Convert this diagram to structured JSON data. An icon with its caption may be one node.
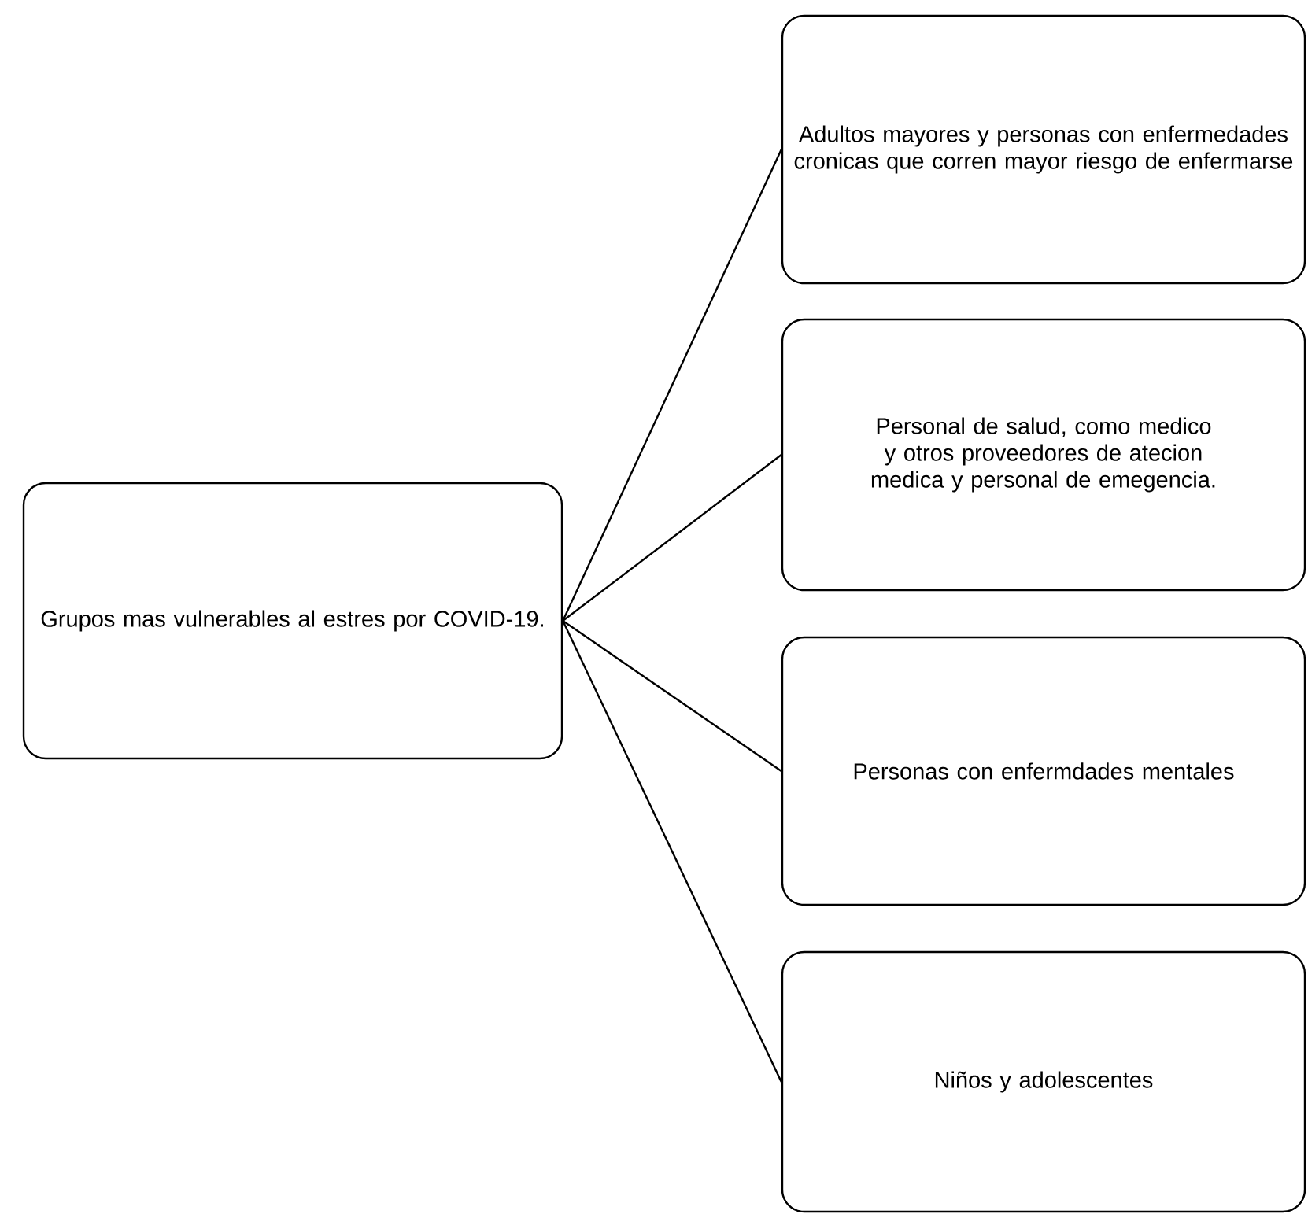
{
  "diagram": {
    "nodes": [
      {
        "text": [
          "Grupos mas vulnerables al estres por COVID-19."
        ]
      },
      {
        "text": [
          "Adultos mayores y personas con enfermedades cronicas que corren mayor riesgo de enfermarse"
        ]
      },
      {
        "text": [
          "Personal de salud, como medico y otros proveedores de atecion medica y personal de emegencia."
        ]
      },
      {
        "text": [
          "Personas con enfermdades mentales"
        ]
      },
      {
        "text": [
          "Niños y adolescentes"
        ]
      }
    ],
    "edges": [
      {
        "from": 0,
        "to": 1,
        "arrow": "none"
      },
      {
        "from": 0,
        "to": 2,
        "arrow": "none"
      },
      {
        "from": 0,
        "to": 3,
        "arrow": "none"
      },
      {
        "from": 0,
        "to": 4,
        "arrow": "none"
      }
    ]
  }
}
